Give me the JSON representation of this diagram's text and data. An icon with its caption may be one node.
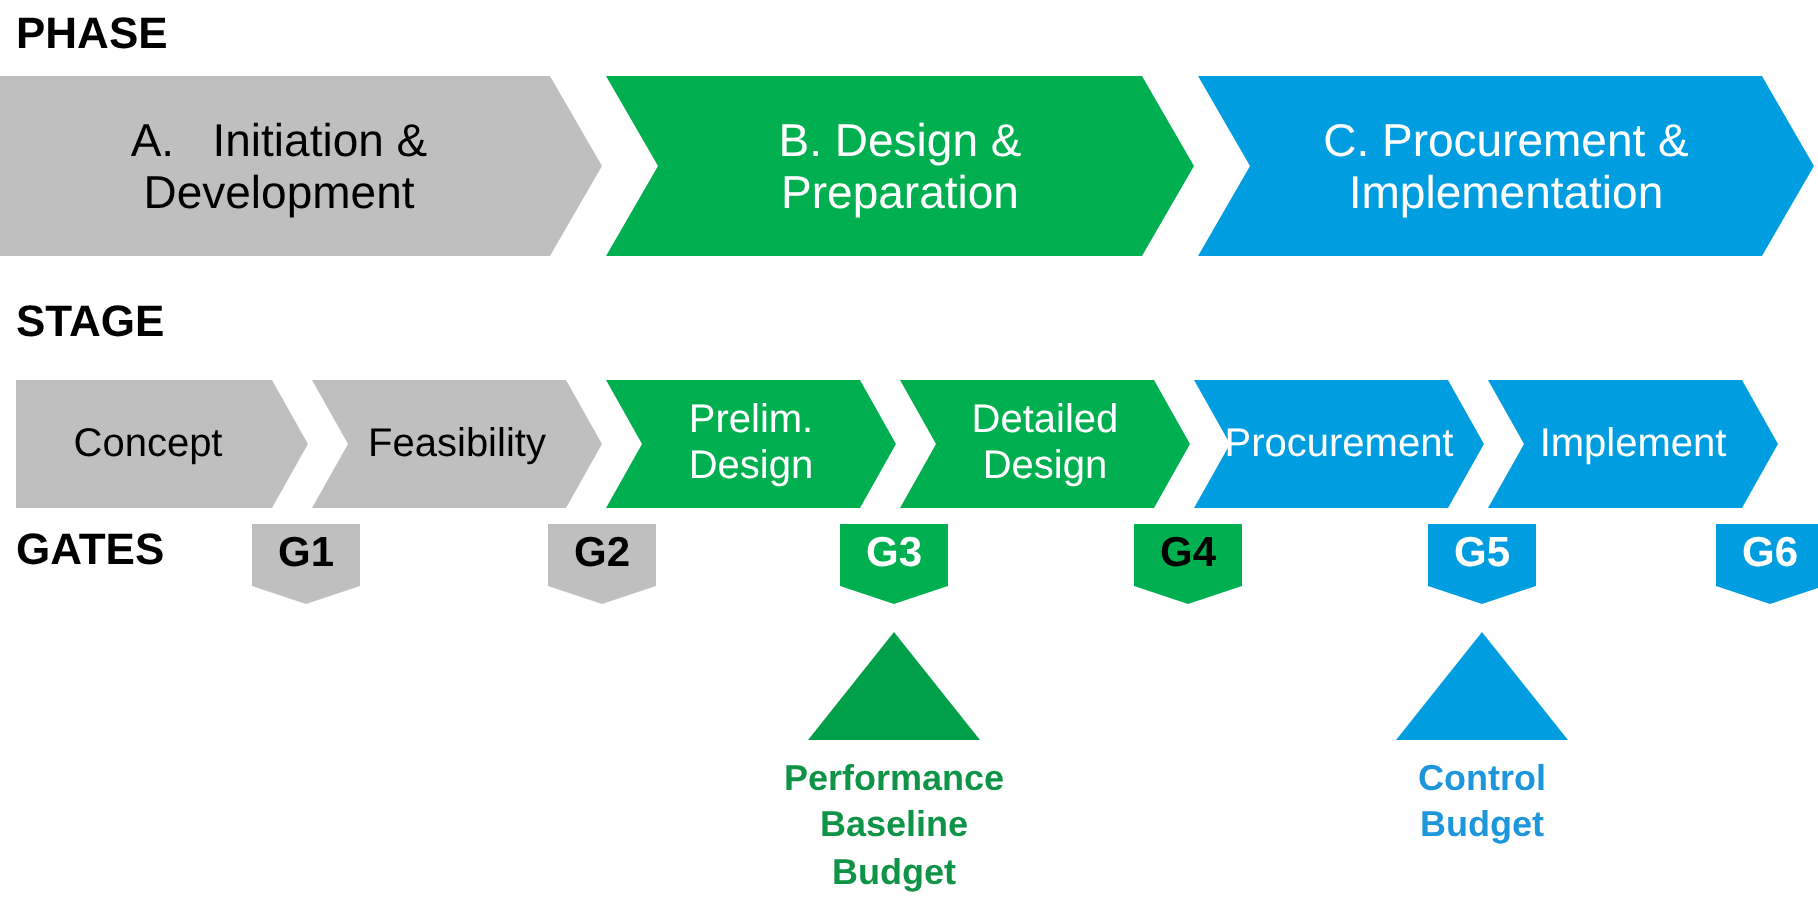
{
  "diagram": {
    "nodes": [
      {
        "text": [
          "A.   Initiation & Development"
        ]
      },
      {
        "text": [
          "B. Design & Preparation"
        ]
      },
      {
        "text": [
          "C. Procurement & Implementation"
        ]
      },
      {
        "text": [
          "Concept"
        ]
      },
      {
        "text": [
          "Feasibility"
        ]
      },
      {
        "text": [
          "Prelim. Design"
        ]
      },
      {
        "text": [
          "Detailed Design"
        ]
      },
      {
        "text": [
          "Procurement"
        ]
      },
      {
        "text": [
          "Implement"
        ]
      },
      {
        "text": [
          "G1"
        ]
      },
      {
        "text": [
          "G2"
        ]
      },
      {
        "text": [
          "G3"
        ]
      },
      {
        "text": [
          "G4"
        ]
      },
      {
        "text": [
          "G5"
        ]
      },
      {
        "text": [
          "G6"
        ]
      },
      {
        "text": [
          "Performance Baseline Budget"
        ]
      },
      {
        "text": [
          "Control Budget"
        ]
      }
    ],
    "labels": [
      "PHASE",
      "STAGE",
      "GATES"
    ]
  }
}
